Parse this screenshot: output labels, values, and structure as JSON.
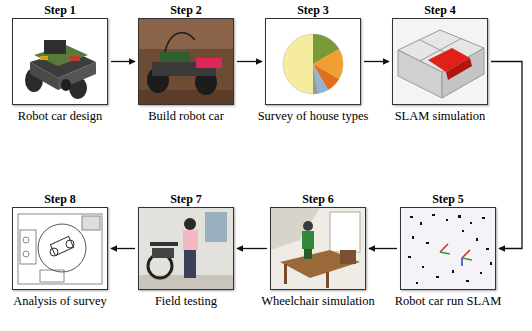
{
  "diagram": {
    "nodes": [
      {
        "text": [
          "Step 1",
          "Robot car design"
        ]
      },
      {
        "text": [
          "Step 2",
          "Build robot car"
        ]
      },
      {
        "text": [
          "Step 3",
          "Survey of house types"
        ]
      },
      {
        "text": [
          "Step 4",
          "SLAM simulation"
        ]
      },
      {
        "text": [
          "Step 5",
          "Robot car run SLAM"
        ]
      },
      {
        "text": [
          "Step 6",
          "Wheelchair simulation"
        ]
      },
      {
        "text": [
          "Step 7",
          "Field testing"
        ]
      },
      {
        "text": [
          "Step 8",
          "Analysis of survey"
        ]
      }
    ],
    "edges": [
      {
        "from": 0,
        "to": 1,
        "arrow": "to"
      },
      {
        "from": 1,
        "to": 2,
        "arrow": "to"
      },
      {
        "from": 2,
        "to": 3,
        "arrow": "to"
      },
      {
        "from": 3,
        "to": 4,
        "arrow": "to"
      },
      {
        "from": 4,
        "to": 5,
        "arrow": "to"
      },
      {
        "from": 5,
        "to": 6,
        "arrow": "to"
      },
      {
        "from": 6,
        "to": 7,
        "arrow": "to"
      }
    ]
  }
}
